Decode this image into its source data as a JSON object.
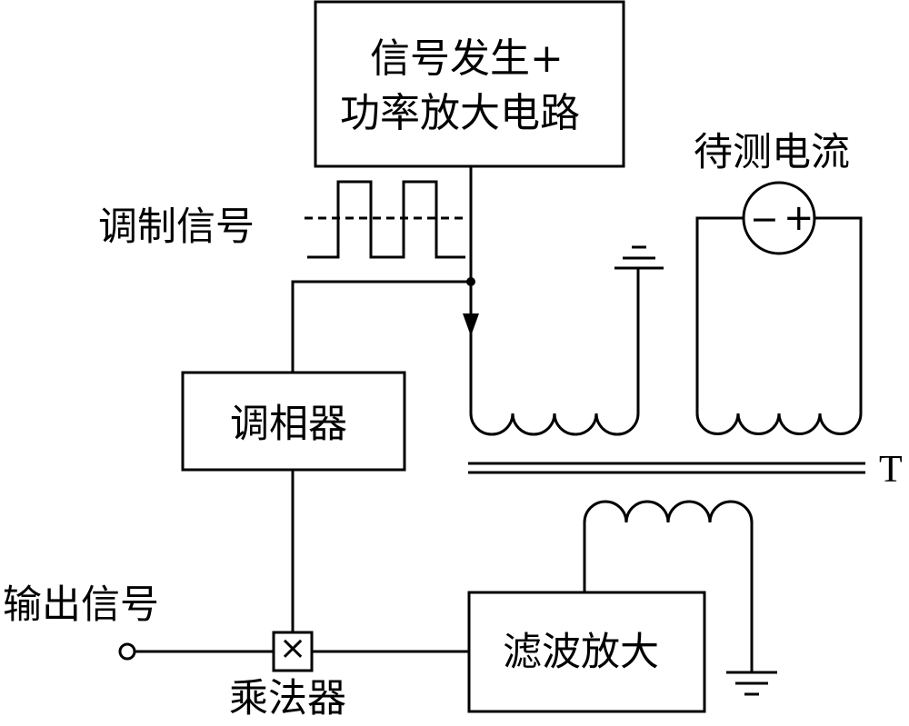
{
  "blocks": {
    "signal_gen_line1": "信号发生+",
    "signal_gen_line2": "功率放大电路",
    "phase_shifter": "调相器",
    "filter_amp": "滤波放大"
  },
  "labels": {
    "modulation_signal": "调制信号",
    "current_under_test": "待测电流",
    "transformer": "T",
    "output_signal": "输出信号",
    "multiplier": "乘法器"
  },
  "symbols": {
    "current_source_minus": "−",
    "current_source_plus": "+",
    "multiplier_symbol": "×"
  },
  "colors": {
    "line": "#000000",
    "background": "#ffffff"
  }
}
